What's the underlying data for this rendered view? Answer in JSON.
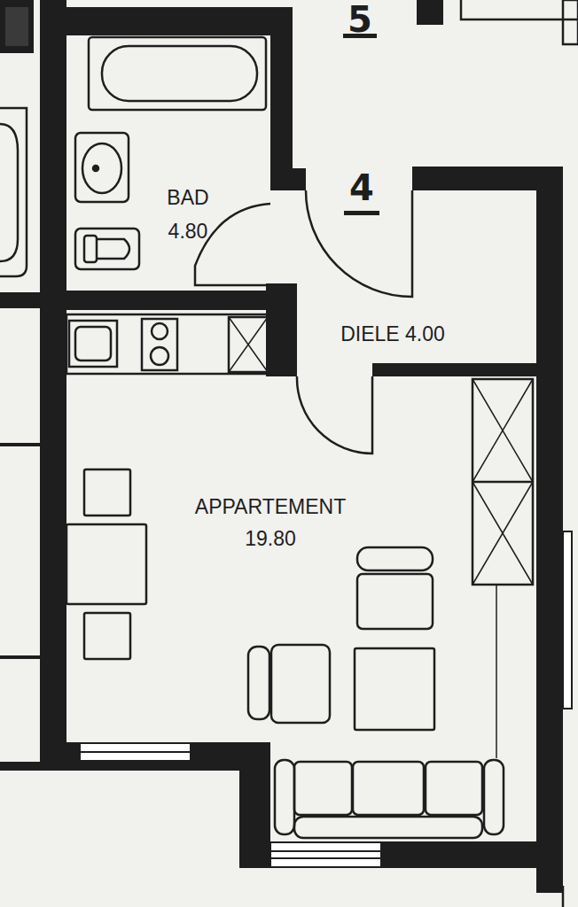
{
  "diagram": {
    "nodes": [
      {
        "text": [
          "BAD",
          "4.80"
        ]
      },
      {
        "text": [
          "DIELE 4.00"
        ]
      },
      {
        "text": [
          "APPARTEMENT",
          "19.80"
        ]
      }
    ],
    "labels": [
      "5",
      "4"
    ]
  }
}
